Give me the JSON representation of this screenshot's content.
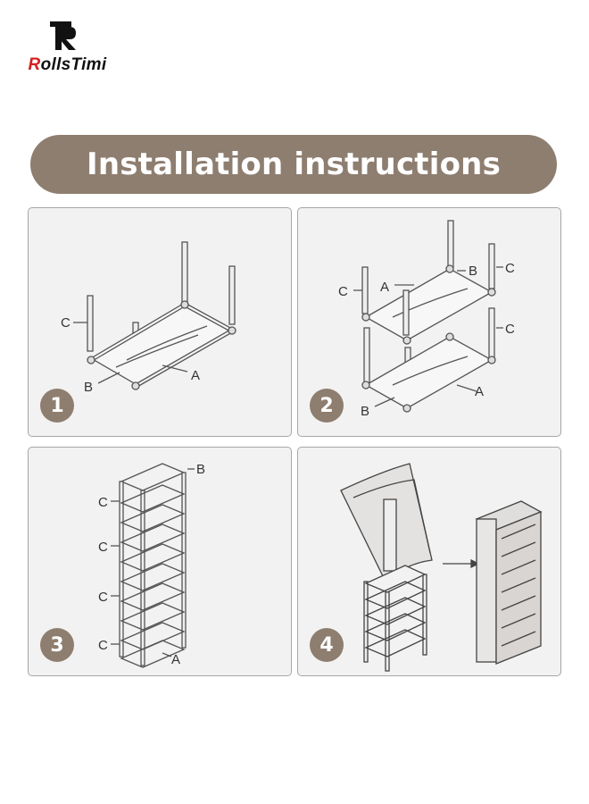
{
  "brand": {
    "name_first": "R",
    "name_rest": "ollsTimi"
  },
  "banner": {
    "title": "Installation instructions"
  },
  "colors": {
    "banner": "#8e7e70",
    "panel_bg": "#f3f2f2",
    "panel_border": "#a9a6a4",
    "logo_red": "#d41f1f"
  },
  "steps": [
    {
      "number": "1",
      "labels": {
        "a": "A",
        "b": "B",
        "c": "C"
      }
    },
    {
      "number": "2",
      "labels": {
        "a": "A",
        "b": "B",
        "c": "C"
      }
    },
    {
      "number": "3",
      "labels": {
        "a": "A",
        "b": "B",
        "c": "C"
      }
    },
    {
      "number": "4"
    }
  ]
}
